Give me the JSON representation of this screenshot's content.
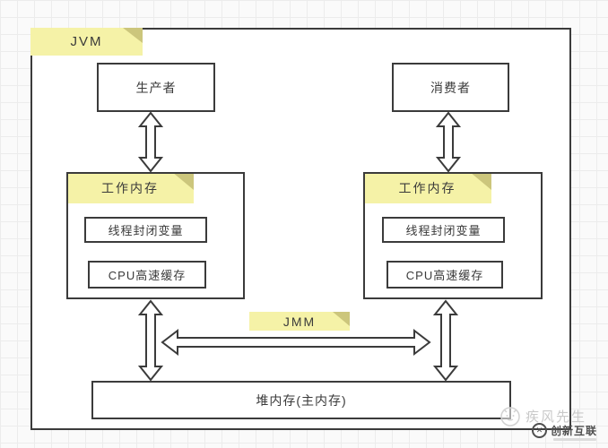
{
  "diagram": {
    "jvm_label": "JVM",
    "producer_label": "生产者",
    "consumer_label": "消费者",
    "working_memory_left": {
      "title": "工作内存",
      "items": [
        "线程封闭变量",
        "CPU高速缓存"
      ]
    },
    "working_memory_right": {
      "title": "工作内存",
      "items": [
        "线程封闭变量",
        "CPU高速缓存"
      ]
    },
    "jmm_label": "JMM",
    "heap_label": "堆内存(主内存)"
  },
  "watermark": {
    "author": "疾风先生",
    "brand": "创新互联",
    "brand_logo_glyph": "✕"
  },
  "colors": {
    "sticky": "#f5f2a7",
    "sticky_fold": "#ccc67c",
    "line": "#3b3b3b",
    "background": "#fafafa",
    "grid": "#ececec"
  }
}
